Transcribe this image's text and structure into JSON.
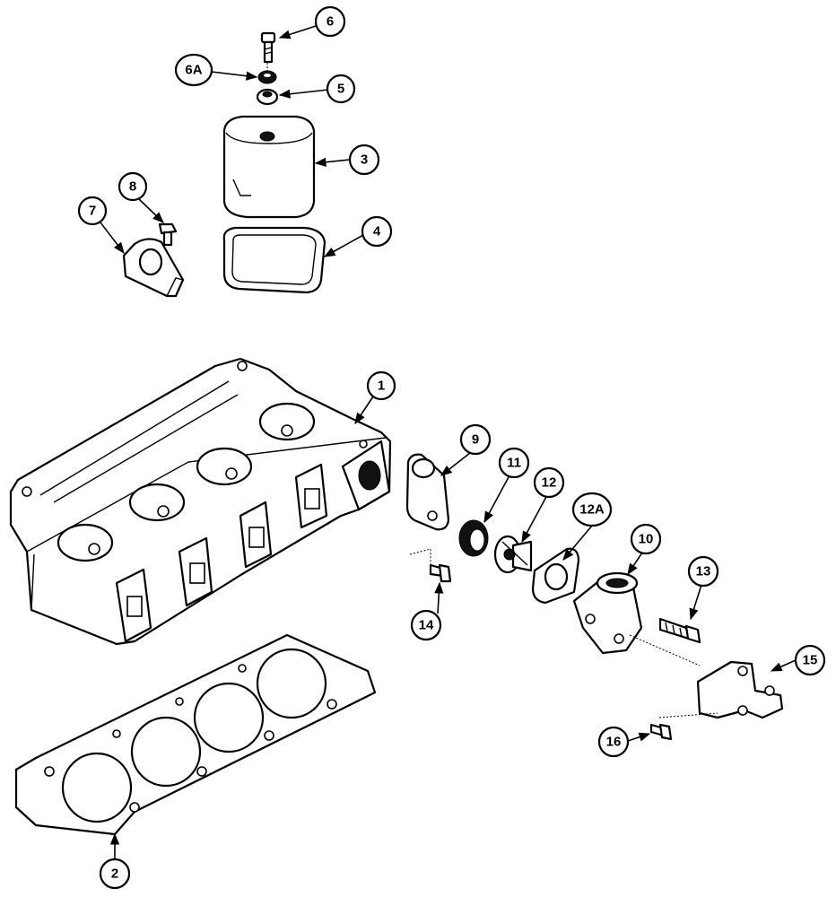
{
  "callouts": {
    "c1": "1",
    "c2": "2",
    "c3": "3",
    "c4": "4",
    "c5": "5",
    "c6": "6",
    "c6a": "6A",
    "c7": "7",
    "c8": "8",
    "c9": "9",
    "c10": "10",
    "c11": "11",
    "c12": "12",
    "c12a": "12A",
    "c13": "13",
    "c14": "14",
    "c15": "15",
    "c16": "16"
  },
  "colors": {
    "ink": "#000000",
    "paper": "#ffffff"
  }
}
